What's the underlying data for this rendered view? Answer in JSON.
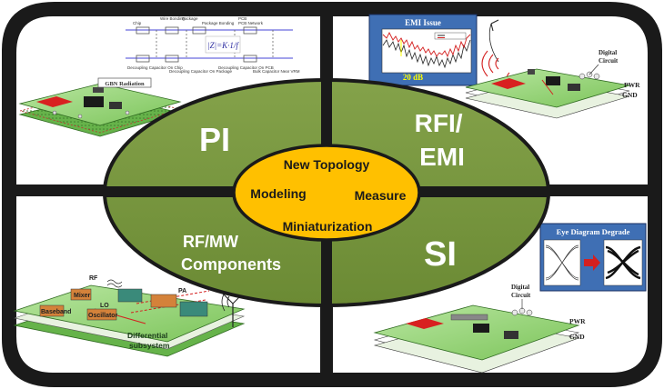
{
  "quadrants": {
    "pi": "PI",
    "rfi_emi": [
      "RFI/",
      "EMI"
    ],
    "rf_mw": [
      "RF/MW",
      "Components"
    ],
    "si": "SI"
  },
  "center_topics": {
    "top": "New Topology",
    "left": "Modeling",
    "right": "Measure",
    "bottom": "Miniaturization"
  },
  "pi_panel": {
    "equation": "|Z|=K·1/f",
    "chain_top": [
      "Chip",
      "Wire Bonding",
      "Package",
      "Package Bonding",
      "PCB",
      "PCB Network"
    ],
    "chain_bottom": [
      "Decoupling Capacitor On Chip",
      "Decoupling Capacitor On Package",
      "Decoupling Capacitor On PCB",
      "Bulk Capacitor Near VRM"
    ],
    "radiation_label": "GBN Radiation"
  },
  "emi_panel": {
    "title": "EMI Issue",
    "delta_label": "20 dB",
    "digital_label": [
      "Digital",
      "Circuit"
    ],
    "pwr_label": "PWR",
    "gnd_label": "GND"
  },
  "rf_panel": {
    "rf_label": "RF",
    "mixer_label": "Mixer",
    "pa_label": "PA",
    "baseband_label": "Baseband",
    "lo_label": "LO",
    "oscillator_label": "Oscillator",
    "subsystem_label": [
      "Differential",
      "subsystem"
    ]
  },
  "si_panel": {
    "title": "Eye Diagram Degrade",
    "digital_label": [
      "Digital",
      "Circuit"
    ],
    "pwr_label": "PWR",
    "gnd_label": "GND"
  },
  "colors": {
    "frame": "#1a1a1a",
    "ellipse_green": "#76923c",
    "center_gold": "#ffc000",
    "board_green": "#9bd77a",
    "emi_box_blue": "#3f6fb4"
  }
}
